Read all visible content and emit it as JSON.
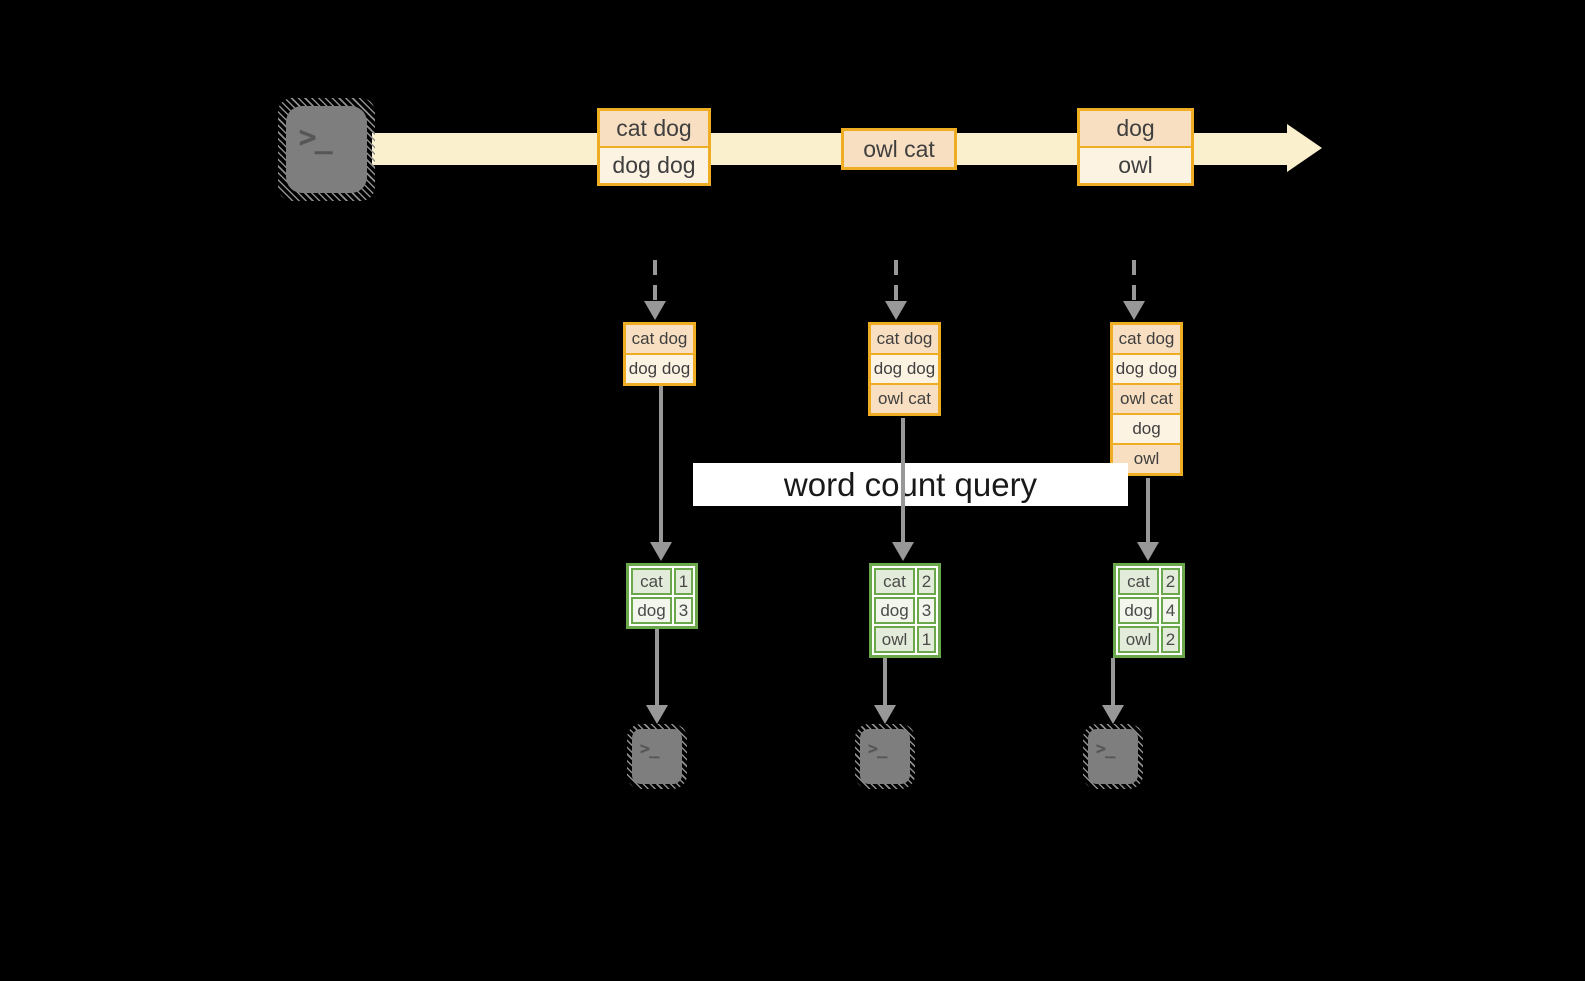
{
  "theme": {
    "band": "#FBF0CD",
    "amber": "#EFAD24",
    "peach": "#F8DFC1",
    "cream": "#FDF3E3",
    "green": "#6BA84B",
    "sage": "#E3ECDA",
    "sage2": "#F2F6EC",
    "gray": "#989898",
    "ink": "#3F3F3F"
  },
  "icons": {
    "terminal_prompt": ">_"
  },
  "query_label": "word count query",
  "stream": {
    "batches": [
      {
        "rows": [
          "cat dog",
          "dog dog"
        ]
      },
      {
        "rows": [
          "owl cat"
        ]
      },
      {
        "rows": [
          "dog",
          "owl"
        ]
      }
    ]
  },
  "columns": [
    {
      "stack": [
        "cat dog",
        "dog dog"
      ],
      "table": {
        "rows": [
          {
            "word": "cat",
            "count": "1"
          },
          {
            "word": "dog",
            "count": "3"
          }
        ]
      }
    },
    {
      "stack": [
        "cat dog",
        "dog dog",
        "owl cat"
      ],
      "table": {
        "rows": [
          {
            "word": "cat",
            "count": "2"
          },
          {
            "word": "dog",
            "count": "3"
          },
          {
            "word": "owl",
            "count": "1"
          }
        ]
      }
    },
    {
      "stack": [
        "cat dog",
        "dog dog",
        "owl cat",
        "dog",
        "owl"
      ],
      "table": {
        "rows": [
          {
            "word": "cat",
            "count": "2"
          },
          {
            "word": "dog",
            "count": "4"
          },
          {
            "word": "owl",
            "count": "2"
          }
        ]
      }
    }
  ]
}
